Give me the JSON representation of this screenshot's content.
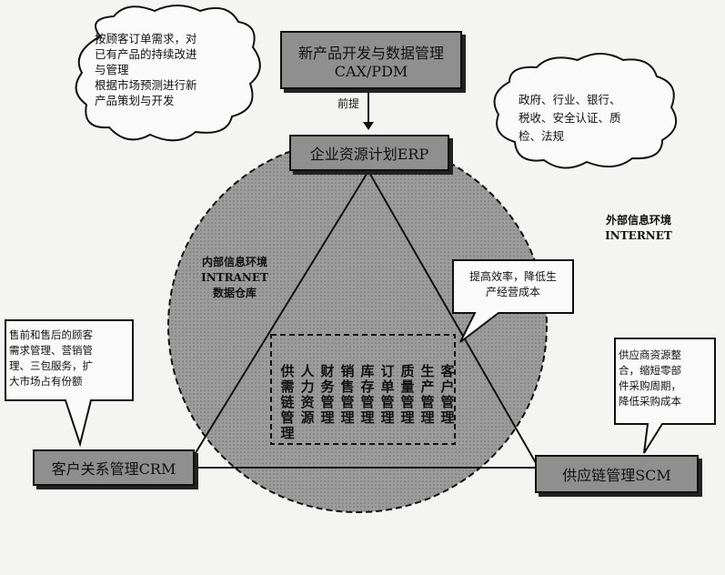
{
  "top_box": {
    "line1": "新产品开发与数据管理",
    "line2": "CAX/PDM"
  },
  "premise_label": "前提",
  "erp_box": {
    "label": "企业资源计划ERP"
  },
  "cloud_left": {
    "lines": [
      "按顾客订单需求，对",
      "已有产品的持续改进",
      "与管理",
      "根据市场预测进行新",
      "产品策划与开发"
    ]
  },
  "cloud_right": {
    "lines": [
      "政府、行业、银行、",
      "税收、安全认证、质",
      "检、法规"
    ]
  },
  "external_env": {
    "line1": "外部信息环境",
    "line2": "INTERNET"
  },
  "internal_env": {
    "line1": "内部信息环境",
    "line2": "INTRANET",
    "line3": "数据仓库"
  },
  "callout_mid_right": {
    "lines": [
      "提高效率，降低生",
      "产经营成本"
    ]
  },
  "callout_left": {
    "lines": [
      "售前和售后的顾客",
      "需求管理、营销管",
      "理、三包服务，扩",
      "大市场占有份额"
    ]
  },
  "callout_right": {
    "lines": [
      "供应商资源整",
      "合，缩短零部",
      "件采购周期，",
      "降低采购成本"
    ]
  },
  "crm_box": {
    "label": "客户关系管理CRM"
  },
  "scm_box": {
    "label": "供应链管理SCM"
  },
  "modules": [
    "供需链管理",
    "人力资源",
    "财务管理",
    "销售管理",
    "库存管理",
    "订单管理",
    "质量管理",
    "生产管理",
    "客户管理"
  ]
}
